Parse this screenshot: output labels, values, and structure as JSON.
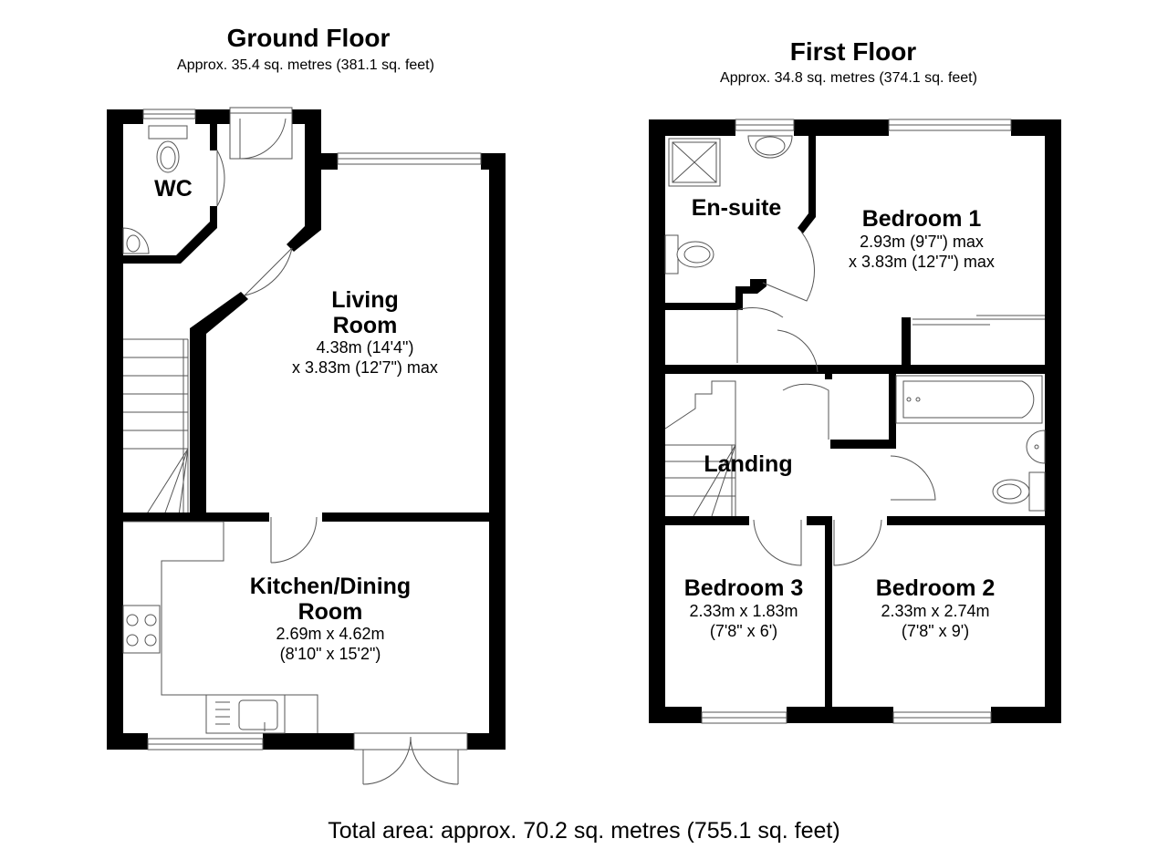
{
  "ground_floor": {
    "title": "Ground Floor",
    "area": "Approx. 35.4 sq. metres (381.1 sq. feet)",
    "rooms": {
      "wc": {
        "name": "WC"
      },
      "living": {
        "name_line1": "Living",
        "name_line2": "Room",
        "dim_line1": "4.38m (14'4\")",
        "dim_line2": "x 3.83m (12'7\") max"
      },
      "kitchen": {
        "name_line1": "Kitchen/Dining",
        "name_line2": "Room",
        "dim_line1": "2.69m x 4.62m",
        "dim_line2": "(8'10\" x 15'2\")"
      }
    }
  },
  "first_floor": {
    "title": "First Floor",
    "area": "Approx. 34.8 sq. metres (374.1 sq. feet)",
    "rooms": {
      "ensuite": {
        "name": "En-suite"
      },
      "bedroom1": {
        "name": "Bedroom 1",
        "dim_line1": "2.93m (9'7\") max",
        "dim_line2": "x 3.83m (12'7\") max"
      },
      "landing": {
        "name": "Landing"
      },
      "bedroom3": {
        "name": "Bedroom 3",
        "dim_line1": "2.33m x 1.83m",
        "dim_line2": "(7'8\" x 6')"
      },
      "bedroom2": {
        "name": "Bedroom 2",
        "dim_line1": "2.33m x 2.74m",
        "dim_line2": "(7'8\" x 9')"
      }
    }
  },
  "total_area": "Total area: approx. 70.2 sq. metres (755.1 sq. feet)",
  "colors": {
    "wall": "#000000",
    "fixture_line": "#555555",
    "background": "#ffffff"
  }
}
